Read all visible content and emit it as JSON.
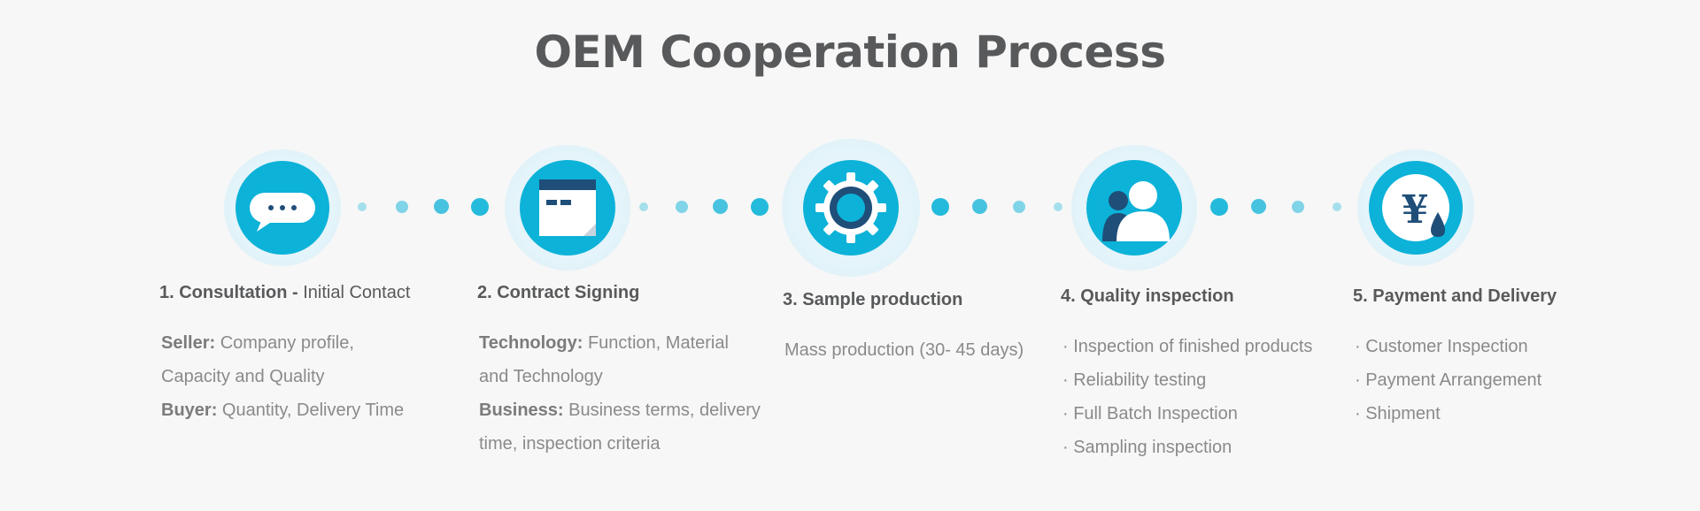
{
  "title": "OEM Cooperation Process",
  "colors": {
    "accent": "#0cb2d8",
    "dark": "#1f4e79",
    "text": "#58595b",
    "muted": "#8a8a8a"
  },
  "steps": [
    {
      "icon": "chat-bubble-icon",
      "title_bold": "1. Consultation -",
      "title_light": " Initial Contact",
      "lines": [
        {
          "label": "Seller:",
          "text": " Company profile,"
        },
        {
          "label": "",
          "text": "Capacity and Quality"
        },
        {
          "label": "Buyer:",
          "text": " Quantity, Delivery Time"
        }
      ]
    },
    {
      "icon": "document-icon",
      "title_bold": "2. Contract Signing",
      "title_light": "",
      "lines": [
        {
          "label": "Technology:",
          "text": " Function, Material"
        },
        {
          "label": "",
          "text": "and Technology"
        },
        {
          "label": "Business:",
          "text": " Business terms, delivery"
        },
        {
          "label": "",
          "text": "time, inspection criteria"
        }
      ]
    },
    {
      "icon": "gear-icon",
      "title_bold": "3. Sample production",
      "title_light": "",
      "lines": [
        {
          "label": "",
          "text": "Mass production (30- 45 days)"
        }
      ]
    },
    {
      "icon": "people-icon",
      "title_bold": "4. Quality inspection",
      "title_light": "",
      "lines": [
        {
          "label": "",
          "text": "· Inspection of finished products"
        },
        {
          "label": "",
          "text": "· Reliability testing"
        },
        {
          "label": "",
          "text": "· Full Batch Inspection"
        },
        {
          "label": "",
          "text": "· Sampling inspection"
        }
      ]
    },
    {
      "icon": "yen-coin-icon",
      "title_bold": "5. Payment and Delivery",
      "title_light": "",
      "lines": [
        {
          "label": "",
          "text": "· Customer Inspection"
        },
        {
          "label": "",
          "text": "· Payment Arrangement"
        },
        {
          "label": "",
          "text": "· Shipment"
        }
      ]
    }
  ]
}
